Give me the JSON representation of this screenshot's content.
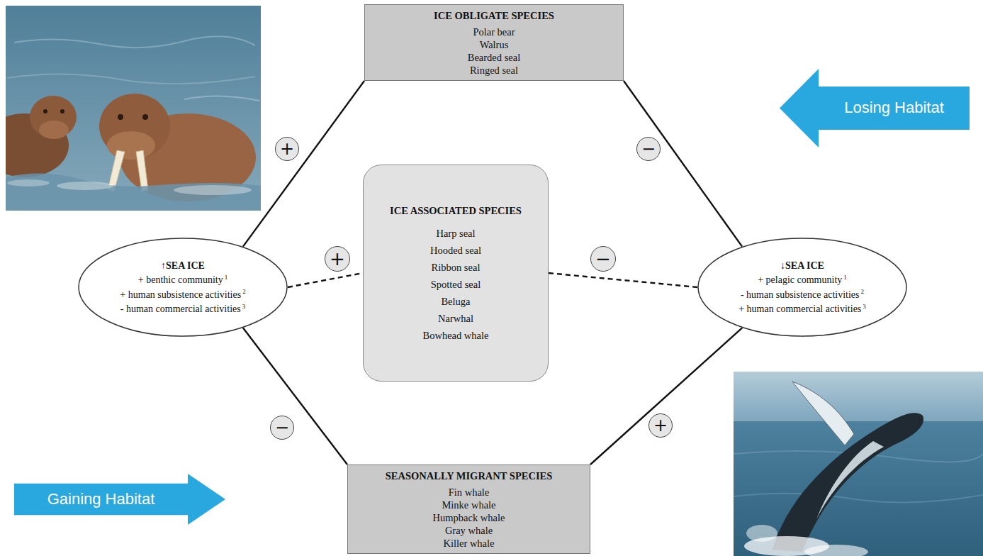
{
  "diagram": {
    "nodes": [
      {
        "text": [
          "ICE OBLIGATE SPECIES",
          "Polar bear",
          "Walrus",
          "Bearded seal",
          "Ringed seal"
        ]
      },
      {
        "text": [
          "Losing Habitat"
        ]
      },
      {
        "text": [
          "+"
        ]
      },
      {
        "text": [
          "−"
        ]
      },
      {
        "text": [
          "+"
        ]
      },
      {
        "text": [
          "−"
        ]
      },
      {
        "text": [
          "↑SEA ICE",
          "+ benthic community",
          "1",
          "+ human subsistence activities",
          "2",
          "- human commercial activities",
          "3"
        ]
      },
      {
        "text": [
          "ICE ASSOCIATED SPECIES",
          "Harp seal",
          "Hooded seal",
          "Ribbon seal",
          "Spotted seal",
          "Beluga",
          "Narwhal",
          "Bowhead whale"
        ]
      },
      {
        "text": [
          "↓SEA ICE",
          "+ pelagic community",
          "1",
          "- human subsistence activities",
          "2",
          "+ human commercial activities",
          "3"
        ]
      },
      {
        "text": [
          "−"
        ]
      },
      {
        "text": [
          "+"
        ]
      },
      {
        "text": [
          "SEASONALLY MIGRANT SPECIES",
          "Fin whale",
          "Minke whale",
          "Humpback whale",
          "Gray whale",
          "Killer whale"
        ]
      },
      {
        "text": [
          "Gaining Habitat"
        ]
      }
    ],
    "edges": [
      {
        "from": 6,
        "to": 0,
        "arrow": "none"
      },
      {
        "from": 0,
        "to": 8,
        "arrow": "none"
      },
      {
        "from": 6,
        "to": 11,
        "arrow": "none"
      },
      {
        "from": 11,
        "to": 8,
        "arrow": "none"
      },
      {
        "from": 6,
        "to": 7,
        "arrow": "none"
      },
      {
        "from": 7,
        "to": 8,
        "arrow": "none"
      }
    ]
  }
}
